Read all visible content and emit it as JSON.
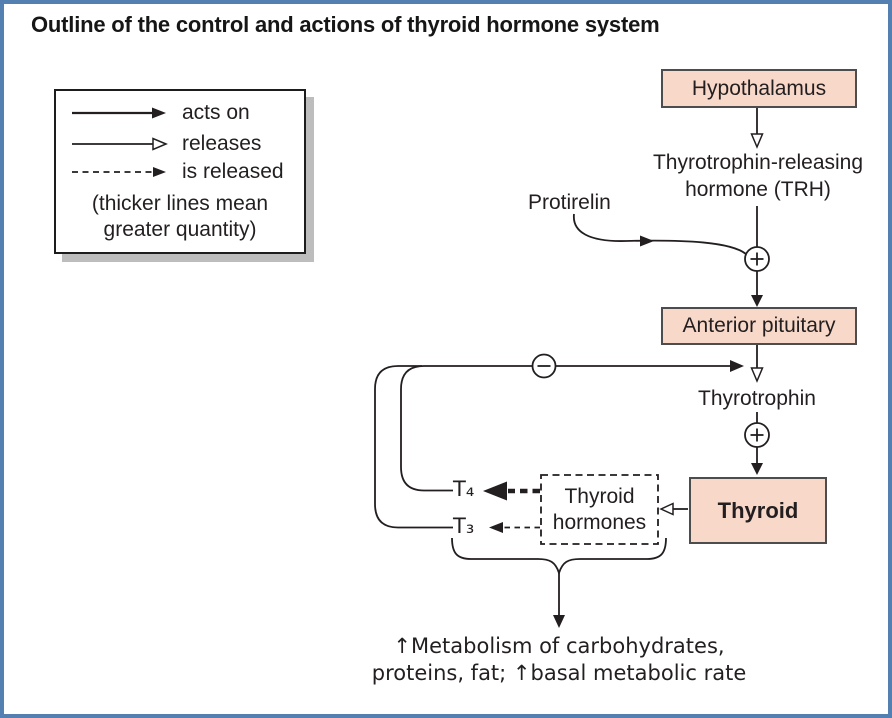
{
  "title": "Outline of the control and actions of thyroid hormone system",
  "legend": {
    "items": [
      {
        "icon": "solid-arrow-filled-head",
        "label": "acts on"
      },
      {
        "icon": "solid-arrow-open-head",
        "label": "releases"
      },
      {
        "icon": "dashed-arrow-filled-head",
        "label": "is released"
      }
    ],
    "note_lines": [
      "(thicker lines mean",
      "greater quantity)"
    ]
  },
  "nodes": {
    "hypothalamus": "Hypothalamus",
    "anterior_pituitary": "Anterior pituitary",
    "thyroid": "Thyroid",
    "thyroid_hormones": "Thyroid hormones"
  },
  "labels": {
    "trh_lines": [
      "Thyrotrophin-releasing",
      "hormone (TRH)"
    ],
    "protirelin": "Protirelin",
    "thyrotrophin": "Thyrotrophin",
    "t4": "T₄",
    "t3": "T₃",
    "metabolism_lines": [
      "↑Metabolism of carbohydrates,",
      "proteins, fat; ↑basal metabolic rate"
    ]
  },
  "symbols": {
    "stimulation": "plus-in-circle",
    "inhibition": "minus-in-circle"
  },
  "colors": {
    "frame_border": "#5480b1",
    "node_fill": "#f8d8c8",
    "node_border": "#4d4d4d",
    "line": "#231f20",
    "legend_shadow": "#bdbdbd"
  }
}
